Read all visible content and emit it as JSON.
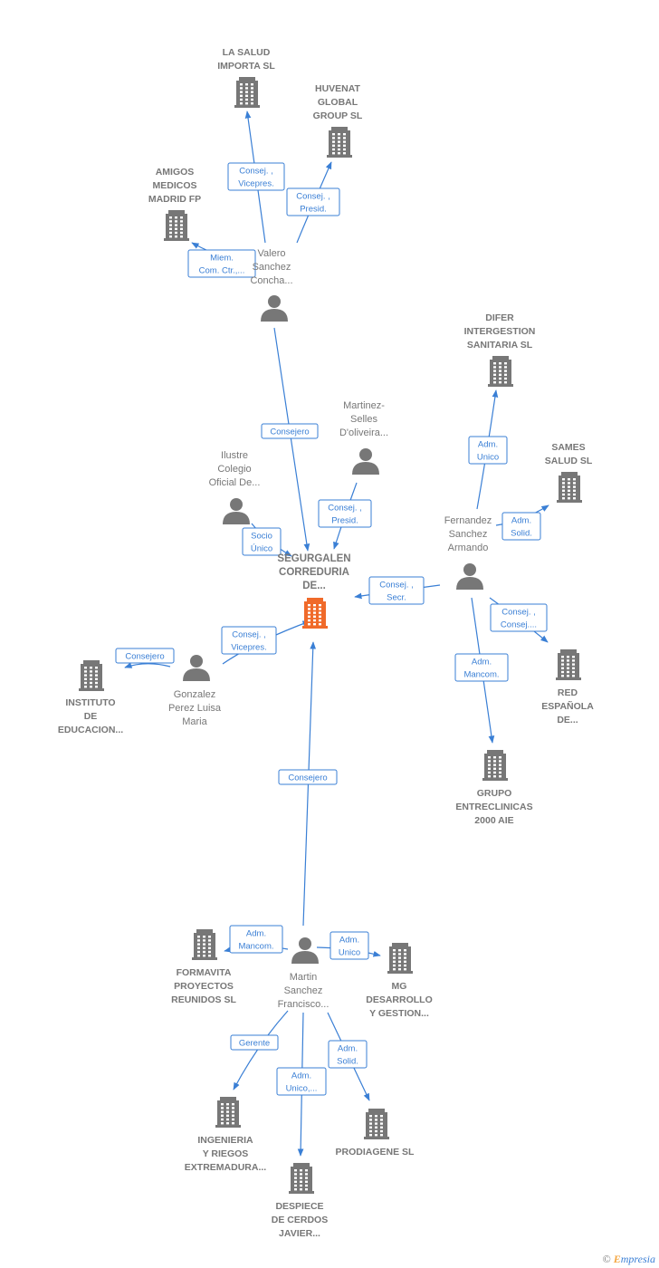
{
  "colors": {
    "edge": "#3a7fd5",
    "node": "#777777",
    "focus": "#f06a2a"
  },
  "nodes": [
    {
      "id": "segurgalen",
      "type": "company",
      "focus": true,
      "label": [
        "SEGURGALEN",
        "CORREDURIA",
        "DE..."
      ]
    },
    {
      "id": "la-salud",
      "type": "company",
      "label": [
        "LA SALUD",
        "IMPORTA  SL"
      ]
    },
    {
      "id": "huvenat",
      "type": "company",
      "label": [
        "HUVENAT",
        "GLOBAL",
        "GROUP  SL"
      ]
    },
    {
      "id": "amigos",
      "type": "company",
      "label": [
        "AMIGOS",
        "MEDICOS",
        "MADRID FP"
      ]
    },
    {
      "id": "valero",
      "type": "person",
      "label": [
        "Valero",
        "Sanchez",
        "Concha..."
      ]
    },
    {
      "id": "difer",
      "type": "company",
      "label": [
        "DIFER",
        "INTERGESTION",
        "SANITARIA SL"
      ]
    },
    {
      "id": "sames",
      "type": "company",
      "label": [
        "SAMES",
        "SALUD  SL"
      ]
    },
    {
      "id": "martinez",
      "type": "person",
      "label": [
        "Martinez-",
        "Selles",
        "D'oliveira..."
      ]
    },
    {
      "id": "ilustre",
      "type": "person",
      "label": [
        "Ilustre",
        "Colegio",
        "Oficial De..."
      ]
    },
    {
      "id": "fernandez",
      "type": "person",
      "label": [
        "Fernandez",
        "Sanchez",
        "Armando"
      ]
    },
    {
      "id": "red",
      "type": "company",
      "label": [
        "RED",
        "ESPAÑOLA",
        "DE..."
      ]
    },
    {
      "id": "grupo",
      "type": "company",
      "label": [
        "GRUPO",
        "ENTRECLINICAS",
        "2000 AIE"
      ]
    },
    {
      "id": "instituto",
      "type": "company",
      "label": [
        "INSTITUTO",
        "DE",
        "EDUCACION..."
      ]
    },
    {
      "id": "gonzalez",
      "type": "person",
      "label": [
        "Gonzalez",
        "Perez Luisa",
        "Maria"
      ]
    },
    {
      "id": "formavita",
      "type": "company",
      "label": [
        "FORMAVITA",
        "PROYECTOS",
        "REUNIDOS  SL"
      ]
    },
    {
      "id": "martin",
      "type": "person",
      "label": [
        "Martin",
        "Sanchez",
        "Francisco..."
      ]
    },
    {
      "id": "mg",
      "type": "company",
      "label": [
        "MG",
        "DESARROLLO",
        "Y GESTION..."
      ]
    },
    {
      "id": "ingenieria",
      "type": "company",
      "label": [
        "INGENIERIA",
        "Y RIEGOS",
        "EXTREMADURA..."
      ]
    },
    {
      "id": "prodiagene",
      "type": "company",
      "label": [
        "PRODIAGENE SL"
      ]
    },
    {
      "id": "despiece",
      "type": "company",
      "label": [
        "DESPIECE",
        "DE CERDOS",
        "JAVIER..."
      ]
    }
  ],
  "edges": [
    {
      "from": "valero",
      "to": "la-salud",
      "label": [
        "Consej. ,",
        "Vicepres."
      ]
    },
    {
      "from": "valero",
      "to": "huvenat",
      "label": [
        "Consej. ,",
        "Presid."
      ]
    },
    {
      "from": "valero",
      "to": "amigos",
      "label": [
        "Miem.",
        "Com. Ctr.,..."
      ]
    },
    {
      "from": "valero",
      "to": "segurgalen",
      "label": [
        "Consejero"
      ]
    },
    {
      "from": "martinez",
      "to": "segurgalen",
      "label": [
        "Consej. ,",
        "Presid."
      ]
    },
    {
      "from": "ilustre",
      "to": "segurgalen",
      "label": [
        "Socio",
        "Único"
      ]
    },
    {
      "from": "fernandez",
      "to": "difer",
      "label": [
        "Adm.",
        "Unico"
      ]
    },
    {
      "from": "fernandez",
      "to": "sames",
      "label": [
        "Adm.",
        "Solid."
      ]
    },
    {
      "from": "fernandez",
      "to": "segurgalen",
      "label": [
        "Consej. ,",
        "Secr."
      ]
    },
    {
      "from": "fernandez",
      "to": "red",
      "label": [
        "Consej. ,",
        "Consej...."
      ]
    },
    {
      "from": "fernandez",
      "to": "grupo",
      "label": [
        "Adm.",
        "Mancom."
      ]
    },
    {
      "from": "gonzalez",
      "to": "segurgalen",
      "label": [
        "Consej. ,",
        "Vicepres."
      ]
    },
    {
      "from": "gonzalez",
      "to": "instituto",
      "label": [
        "Consejero"
      ]
    },
    {
      "from": "martin",
      "to": "segurgalen",
      "label": [
        "Consejero"
      ]
    },
    {
      "from": "martin",
      "to": "formavita",
      "label": [
        "Adm.",
        "Mancom."
      ]
    },
    {
      "from": "martin",
      "to": "mg",
      "label": [
        "Adm.",
        "Unico"
      ]
    },
    {
      "from": "martin",
      "to": "ingenieria",
      "label": [
        "Gerente"
      ]
    },
    {
      "from": "martin",
      "to": "despiece",
      "label": [
        "Adm.",
        "Unico,..."
      ]
    },
    {
      "from": "martin",
      "to": "prodiagene",
      "label": [
        "Adm.",
        "Solid."
      ]
    }
  ],
  "footer": {
    "copyright": "©",
    "brand_first": "E",
    "brand_rest": "mpresia"
  }
}
